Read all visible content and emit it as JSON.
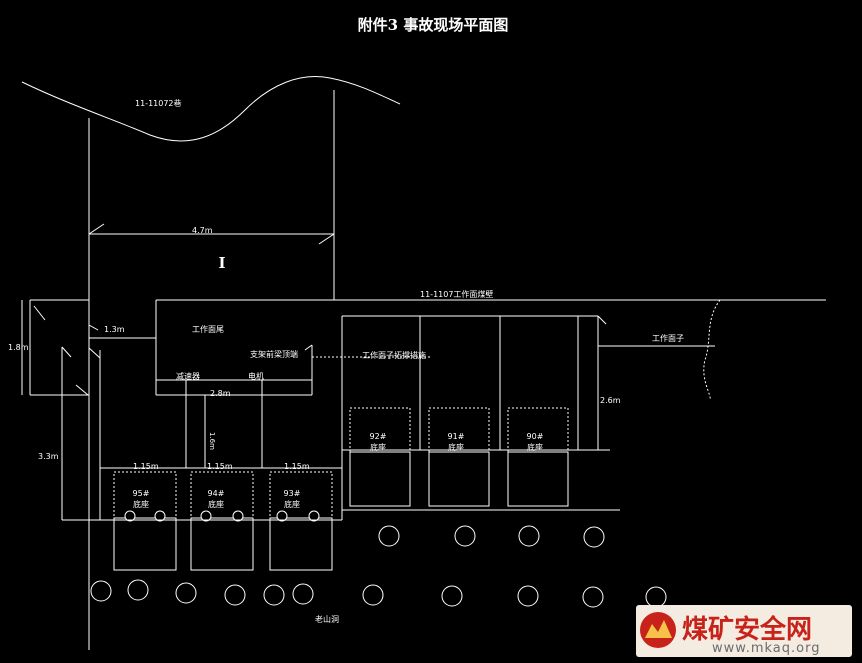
{
  "title": "附件3  事故现场平面图",
  "labels": {
    "roadway_top": "11-11072巷",
    "width_top": "4.7m",
    "marker_i": "I",
    "roadway_main": "11-1107工作面煤壁",
    "w_1_3": "1.3m",
    "work_face_tail": "工作面尾",
    "dim_1_8": "1.8m",
    "support_beam": "支架前梁顶端",
    "extension": "工作面子拓撑措施",
    "work_roadway": "工作面子",
    "reducer": "减速器",
    "motor": "电机",
    "dim_2_8": "2.8m",
    "dim_3_3": "3.3m",
    "dim_1_6": "1.6m",
    "dim_2_6": "2.6m",
    "w_a": "1.15m",
    "w_b": "1.15m",
    "w_c": "1.15m",
    "old_roadway": "老山洞"
  },
  "supports": [
    {
      "id": "95#",
      "sub": "底座"
    },
    {
      "id": "94#",
      "sub": "底座"
    },
    {
      "id": "93#",
      "sub": "底座"
    },
    {
      "id": "92#",
      "sub": "底座"
    },
    {
      "id": "91#",
      "sub": "底座"
    },
    {
      "id": "90#",
      "sub": "底座"
    }
  ],
  "watermark": {
    "name": "煤矿安全网",
    "url": "www.mkaq.org"
  }
}
